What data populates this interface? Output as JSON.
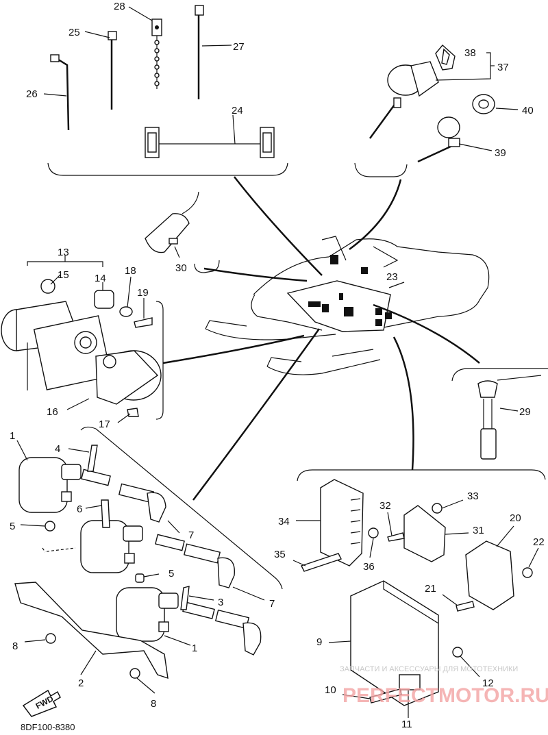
{
  "diagram_code": "8DF100-8380",
  "fwd_label": "FWD",
  "watermark": {
    "line1": "ЗАПЧАСТИ И АКСЕССУАРЫ ДЛЯ МОТОТЕХНИКИ",
    "line2": "PERFECTMOTOR.RU"
  },
  "callouts": {
    "c1a": "1",
    "c1b": "1",
    "c2": "2",
    "c3": "3",
    "c4": "4",
    "c5a": "5",
    "c5b": "5",
    "c6": "6",
    "c7a": "7",
    "c7b": "7",
    "c8a": "8",
    "c8b": "8",
    "c9": "9",
    "c10": "10",
    "c11": "11",
    "c12": "12",
    "c13": "13",
    "c14": "14",
    "c15": "15",
    "c16": "16",
    "c17": "17",
    "c18": "18",
    "c19": "19",
    "c20": "20",
    "c21": "21",
    "c22": "22",
    "c23": "23",
    "c24": "24",
    "c25": "25",
    "c26": "26",
    "c27": "27",
    "c28": "28",
    "c29": "29",
    "c30": "30",
    "c31": "31",
    "c32": "32",
    "c33": "33",
    "c34": "34",
    "c35": "35",
    "c36": "36",
    "c37": "37",
    "c38": "38",
    "c39": "39",
    "c40": "40"
  }
}
